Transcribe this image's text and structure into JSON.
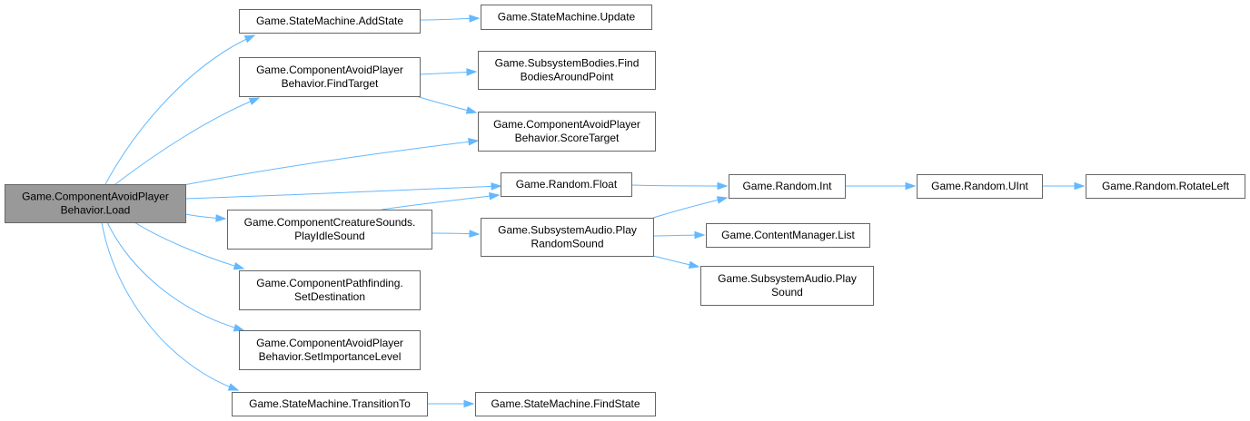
{
  "nodes": [
    {
      "id": "load",
      "lines": [
        "Game.ComponentAvoidPlayer",
        "Behavior.Load"
      ],
      "highlighted": true
    },
    {
      "id": "addstate",
      "lines": [
        "Game.StateMachine.AddState"
      ]
    },
    {
      "id": "update",
      "lines": [
        "Game.StateMachine.Update"
      ]
    },
    {
      "id": "findtarget",
      "lines": [
        "Game.ComponentAvoidPlayer",
        "Behavior.FindTarget"
      ]
    },
    {
      "id": "findbodies",
      "lines": [
        "Game.SubsystemBodies.Find",
        "BodiesAroundPoint"
      ]
    },
    {
      "id": "scoretarget",
      "lines": [
        "Game.ComponentAvoidPlayer",
        "Behavior.ScoreTarget"
      ]
    },
    {
      "id": "rfloat",
      "lines": [
        "Game.Random.Float"
      ]
    },
    {
      "id": "rint",
      "lines": [
        "Game.Random.Int"
      ]
    },
    {
      "id": "ruint",
      "lines": [
        "Game.Random.UInt"
      ]
    },
    {
      "id": "rotleft",
      "lines": [
        "Game.Random.RotateLeft"
      ]
    },
    {
      "id": "playidle",
      "lines": [
        "Game.ComponentCreatureSounds.",
        "PlayIdleSound"
      ]
    },
    {
      "id": "playrandom",
      "lines": [
        "Game.SubsystemAudio.Play",
        "RandomSound"
      ]
    },
    {
      "id": "cmlist",
      "lines": [
        "Game.ContentManager.List"
      ]
    },
    {
      "id": "playsound",
      "lines": [
        "Game.SubsystemAudio.Play",
        "Sound"
      ]
    },
    {
      "id": "setdest",
      "lines": [
        "Game.ComponentPathfinding.",
        "SetDestination"
      ]
    },
    {
      "id": "setimp",
      "lines": [
        "Game.ComponentAvoidPlayer",
        "Behavior.SetImportanceLevel"
      ]
    },
    {
      "id": "transition",
      "lines": [
        "Game.StateMachine.TransitionTo"
      ]
    },
    {
      "id": "findstate",
      "lines": [
        "Game.StateMachine.FindState"
      ]
    }
  ],
  "edges": [
    {
      "from": "load",
      "to": "addstate"
    },
    {
      "from": "load",
      "to": "findtarget"
    },
    {
      "from": "load",
      "to": "scoretarget"
    },
    {
      "from": "load",
      "to": "rfloat"
    },
    {
      "from": "load",
      "to": "playidle"
    },
    {
      "from": "load",
      "to": "setdest"
    },
    {
      "from": "load",
      "to": "setimp"
    },
    {
      "from": "load",
      "to": "transition"
    },
    {
      "from": "addstate",
      "to": "update"
    },
    {
      "from": "findtarget",
      "to": "findbodies"
    },
    {
      "from": "findtarget",
      "to": "scoretarget"
    },
    {
      "from": "rfloat",
      "to": "rint"
    },
    {
      "from": "rint",
      "to": "ruint"
    },
    {
      "from": "ruint",
      "to": "rotleft"
    },
    {
      "from": "playidle",
      "to": "rfloat"
    },
    {
      "from": "playidle",
      "to": "playrandom"
    },
    {
      "from": "playrandom",
      "to": "rint"
    },
    {
      "from": "playrandom",
      "to": "cmlist"
    },
    {
      "from": "playrandom",
      "to": "playsound"
    },
    {
      "from": "transition",
      "to": "findstate"
    }
  ],
  "colors": {
    "edge": "#63b8ff",
    "node_border": "#666666",
    "node_fill": "#ffffff",
    "highlight_fill": "#999999"
  }
}
